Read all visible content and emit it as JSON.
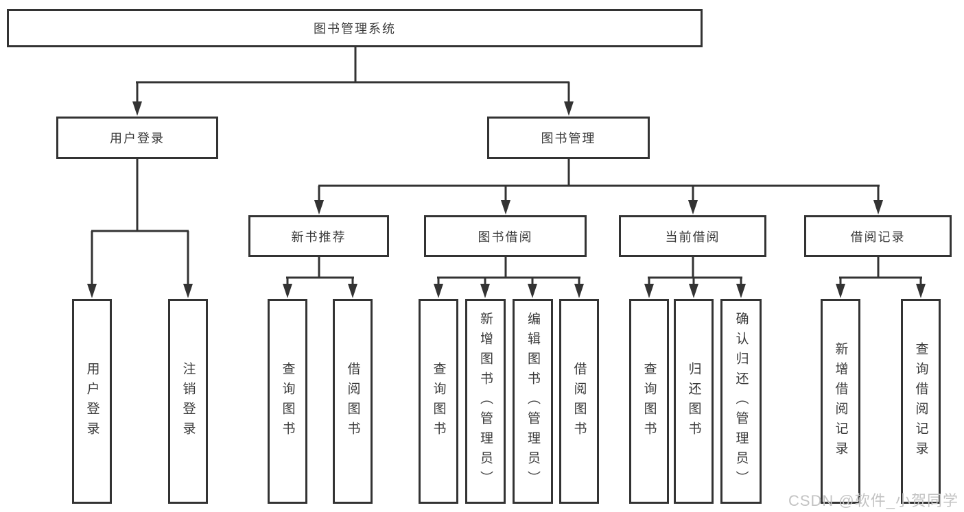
{
  "tree": {
    "root": {
      "label": "图书管理系统"
    },
    "branches": [
      {
        "label": "用户登录",
        "leaves": [
          {
            "label": "用户登录"
          },
          {
            "label": "注销登录"
          }
        ]
      },
      {
        "label": "图书管理",
        "children": [
          {
            "label": "新书推荐",
            "leaves": [
              {
                "label": "查询图书"
              },
              {
                "label": "借阅图书"
              }
            ]
          },
          {
            "label": "图书借阅",
            "leaves": [
              {
                "label": "查询图书"
              },
              {
                "label": "新增图书（管理员）"
              },
              {
                "label": "编辑图书（管理员）"
              },
              {
                "label": "借阅图书"
              }
            ]
          },
          {
            "label": "当前借阅",
            "leaves": [
              {
                "label": "查询图书"
              },
              {
                "label": "归还图书"
              },
              {
                "label": "确认归还（管理员）"
              }
            ]
          },
          {
            "label": "借阅记录",
            "leaves": [
              {
                "label": "新增借阅记录"
              },
              {
                "label": "查询借阅记录"
              }
            ]
          }
        ]
      }
    ]
  },
  "watermark": {
    "text": "CSDN @软件_小贺同学"
  },
  "colors": {
    "line": "#333333",
    "box_border": "#333333",
    "box_fill": "#ffffff",
    "text": "#3a3a3a",
    "watermark_text": "#c3c3c3"
  }
}
